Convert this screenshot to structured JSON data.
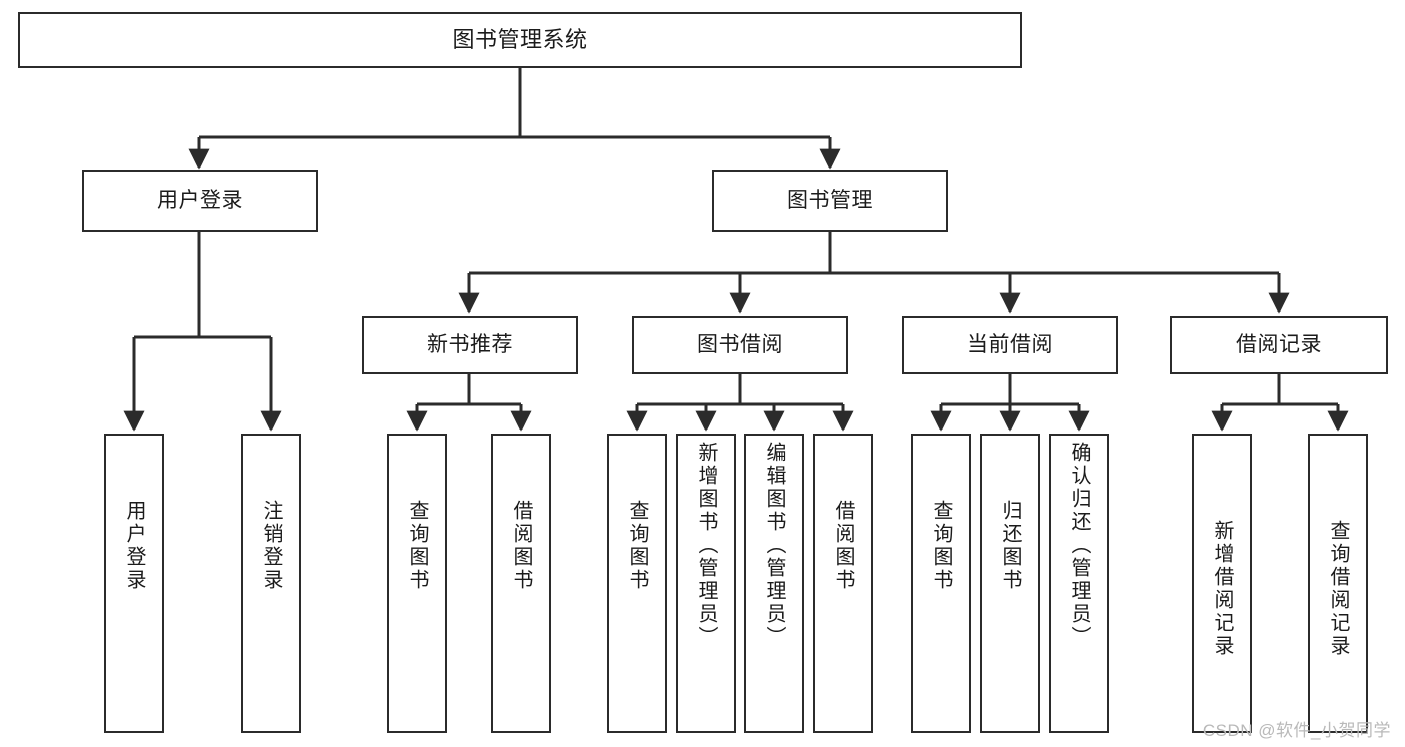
{
  "diagram": {
    "title": "图书管理系统",
    "watermark": "CSDN @软件_小贺同学",
    "line_color": "#2b2b2b",
    "box_border_color": "#2b2b2b",
    "box_fill": "#ffffff",
    "text_color": "#1b1b1b",
    "watermark_color": "#b9b9b9",
    "levels": {
      "root": {
        "label": "图书管理系统"
      },
      "level2": [
        {
          "label": "用户登录"
        },
        {
          "label": "图书管理"
        }
      ],
      "level3": [
        {
          "label": "新书推荐"
        },
        {
          "label": "图书借阅"
        },
        {
          "label": "当前借阅"
        },
        {
          "label": "借阅记录"
        }
      ],
      "leaves": [
        {
          "label": "用户登录",
          "parent": "用户登录"
        },
        {
          "label": "注销登录",
          "parent": "用户登录"
        },
        {
          "label": "查询图书",
          "parent": "新书推荐"
        },
        {
          "label": "借阅图书",
          "parent": "新书推荐"
        },
        {
          "label": "查询图书",
          "parent": "图书借阅"
        },
        {
          "label": "新增图书（管理员）",
          "parent": "图书借阅"
        },
        {
          "label": "编辑图书（管理员）",
          "parent": "图书借阅"
        },
        {
          "label": "借阅图书",
          "parent": "图书借阅"
        },
        {
          "label": "查询图书",
          "parent": "当前借阅"
        },
        {
          "label": "归还图书",
          "parent": "当前借阅"
        },
        {
          "label": "确认归还（管理员）",
          "parent": "当前借阅"
        },
        {
          "label": "新增借阅记录",
          "parent": "借阅记录"
        },
        {
          "label": "查询借阅记录",
          "parent": "借阅记录"
        }
      ]
    }
  }
}
